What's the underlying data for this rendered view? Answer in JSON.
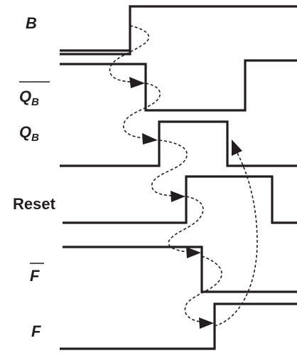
{
  "diagram": {
    "colors": {
      "ink": "#231f20",
      "background": "#ffffff"
    },
    "signals": [
      {
        "id": "B",
        "label": "B",
        "subscript": "",
        "overbar": false,
        "italic": true
      },
      {
        "id": "QB_bar",
        "label": "Q",
        "subscript": "B",
        "overbar": true,
        "italic": true
      },
      {
        "id": "QB",
        "label": "Q",
        "subscript": "B",
        "overbar": false,
        "italic": true
      },
      {
        "id": "Reset",
        "label": "Reset",
        "subscript": "",
        "overbar": false,
        "italic": false
      },
      {
        "id": "F_bar",
        "label": "F",
        "subscript": "",
        "overbar": true,
        "italic": true
      },
      {
        "id": "F",
        "label": "F",
        "subscript": "",
        "overbar": false,
        "italic": true
      }
    ],
    "causal_arrows": [
      {
        "from": "B rising edge",
        "to": "QB_bar falling edge"
      },
      {
        "from": "QB_bar falling edge",
        "to": "QB rising edge"
      },
      {
        "from": "QB rising edge",
        "to": "Reset rising edge"
      },
      {
        "from": "Reset rising edge",
        "to": "F_bar falling edge"
      },
      {
        "from": "F_bar falling edge",
        "to": "F rising edge"
      },
      {
        "from": "F rising edge",
        "to": "QB falling edge"
      }
    ]
  }
}
